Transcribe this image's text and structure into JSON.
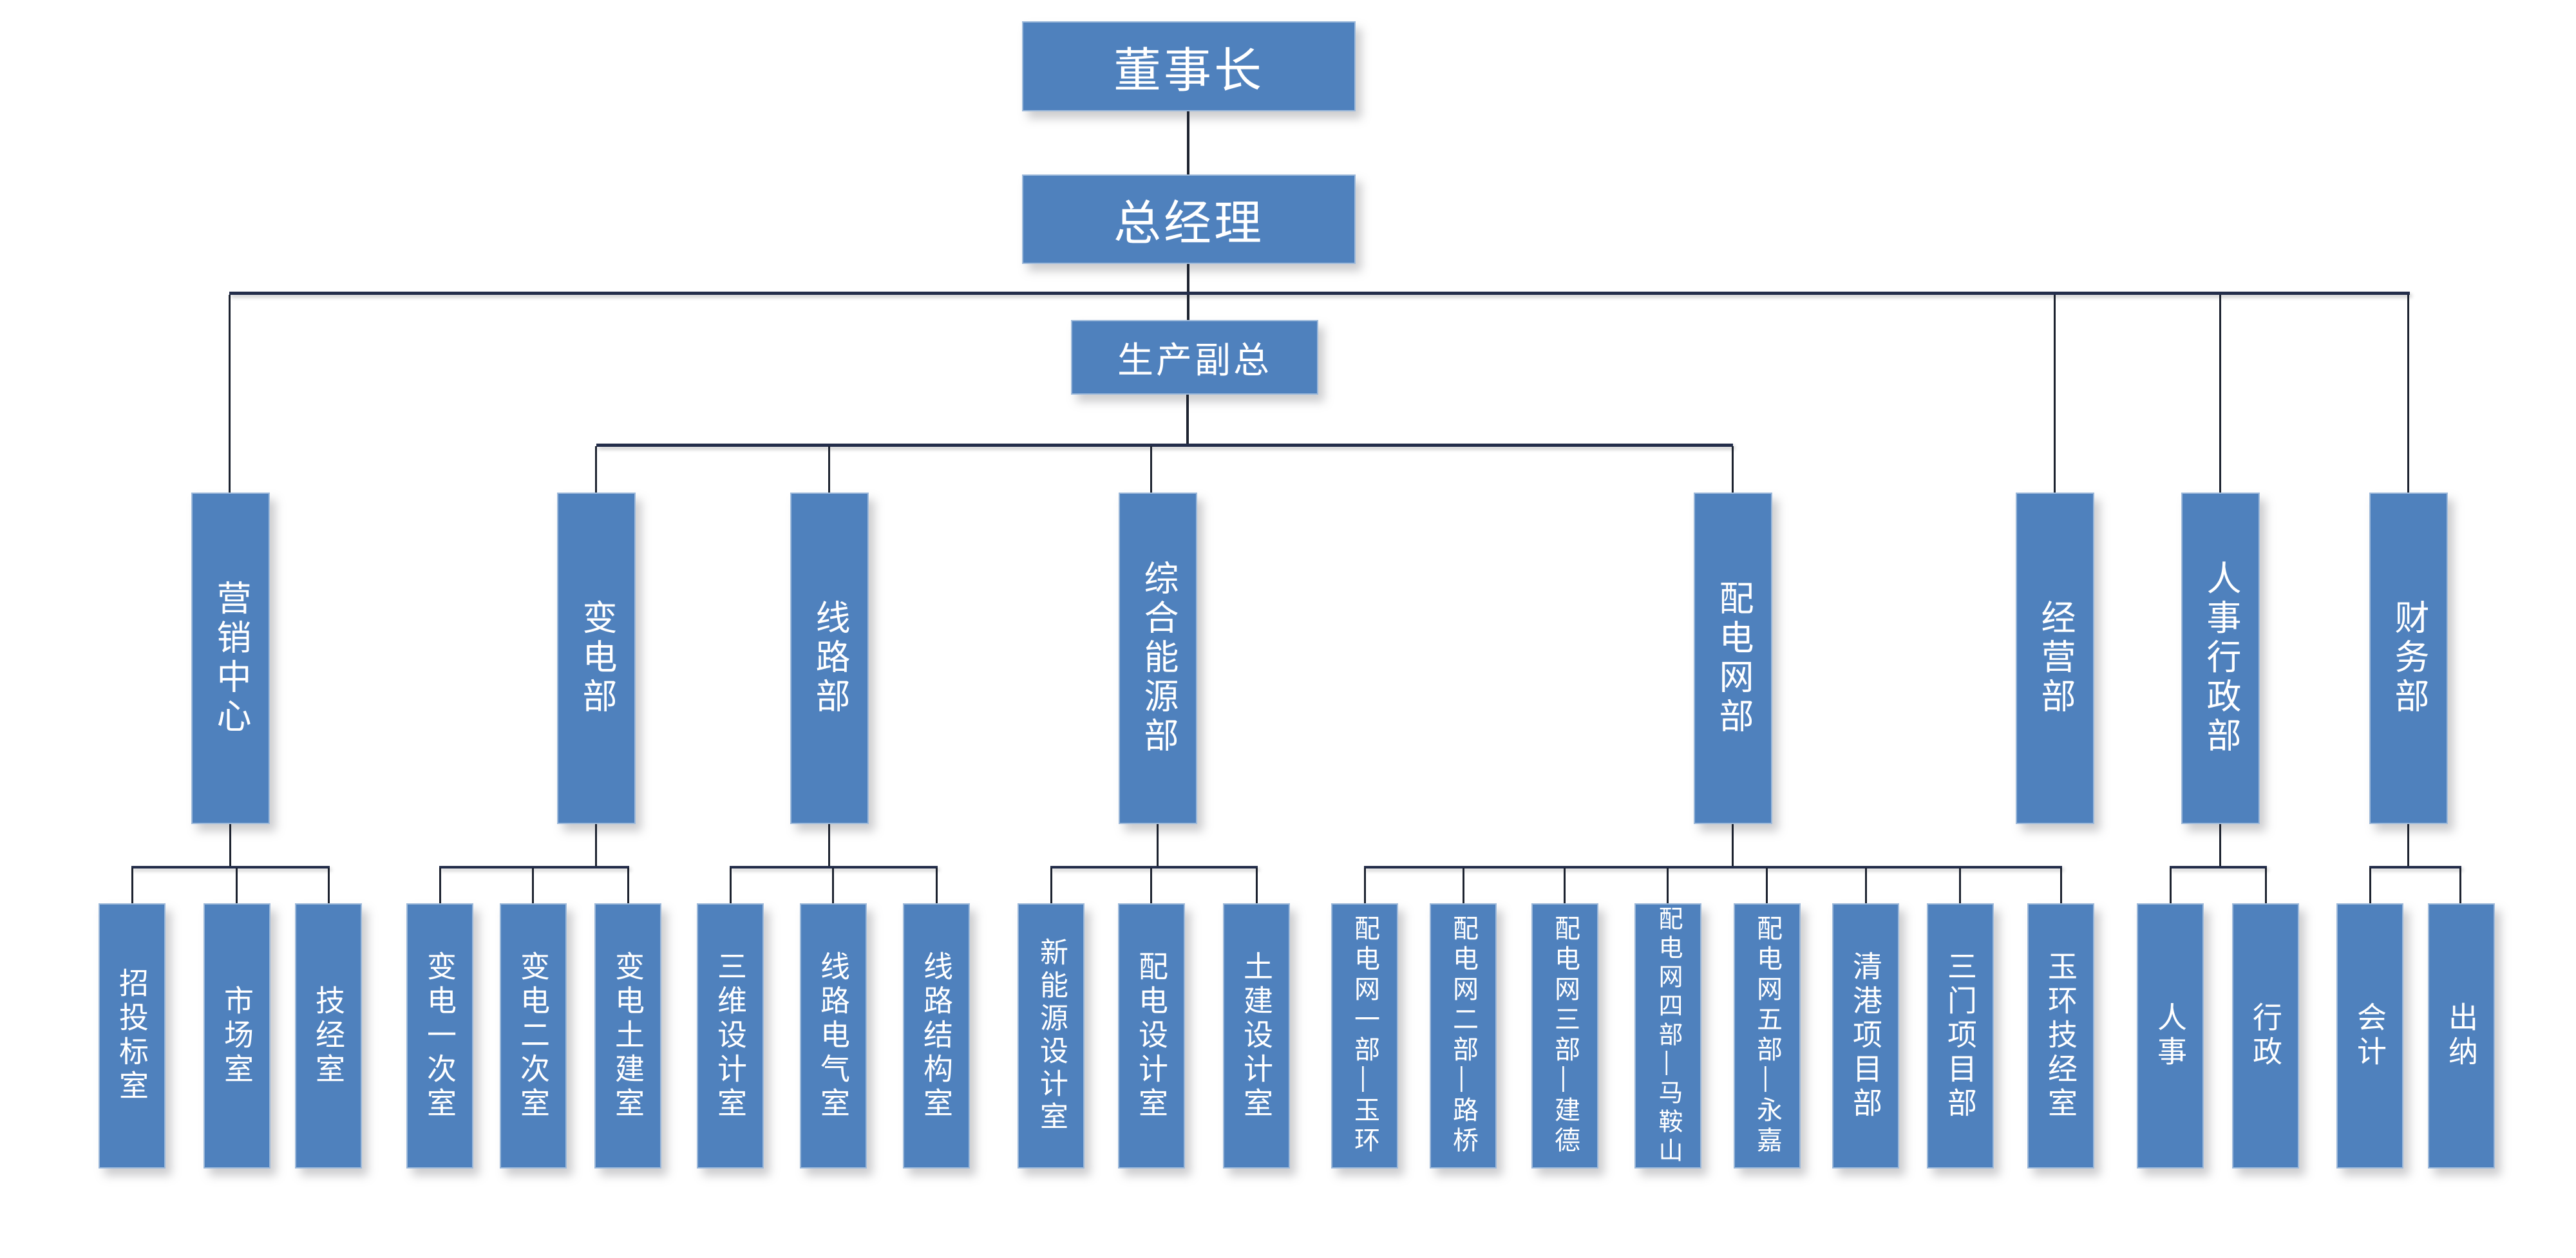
{
  "executives": {
    "chairman": "董事长",
    "general_manager": "总经理",
    "production_vp": "生产副总"
  },
  "departments": [
    {
      "label": "营销中心",
      "children": [
        {
          "label": "招投标室"
        },
        {
          "label": "市场室"
        },
        {
          "label": "技经室"
        }
      ]
    },
    {
      "label": "变电部",
      "children": [
        {
          "label": "变电一次室"
        },
        {
          "label": "变电二次室"
        },
        {
          "label": "变电土建室"
        }
      ]
    },
    {
      "label": "线路部",
      "children": [
        {
          "label": "三维设计室"
        },
        {
          "label": "线路电气室"
        },
        {
          "label": "线路结构室"
        }
      ]
    },
    {
      "label": "综合能源部",
      "children": [
        {
          "label": "新能源设计室"
        },
        {
          "label": "配电设计室"
        },
        {
          "label": "土建设计室"
        }
      ]
    },
    {
      "label": "配电网部",
      "children": [
        {
          "label": "配电网一部—玉环"
        },
        {
          "label": "配电网二部—路桥"
        },
        {
          "label": "配电网三部—建德"
        },
        {
          "label": "配电网四部—马鞍山"
        },
        {
          "label": "配电网五部—永嘉"
        },
        {
          "label": "清港项目部"
        },
        {
          "label": "三门项目部"
        },
        {
          "label": "玉环技经室"
        }
      ]
    },
    {
      "label": "经营部",
      "children": []
    },
    {
      "label": "人事行政部",
      "children": [
        {
          "label": "人事"
        },
        {
          "label": "行政"
        }
      ]
    },
    {
      "label": "财务部",
      "children": [
        {
          "label": "会计"
        },
        {
          "label": "出纳"
        }
      ]
    }
  ],
  "colors": {
    "box_fill": "#4f81bd",
    "box_border": "#9db9da",
    "bus_line": "#232d4a",
    "stub_line": "#1d2330",
    "text": "#ffffff"
  }
}
